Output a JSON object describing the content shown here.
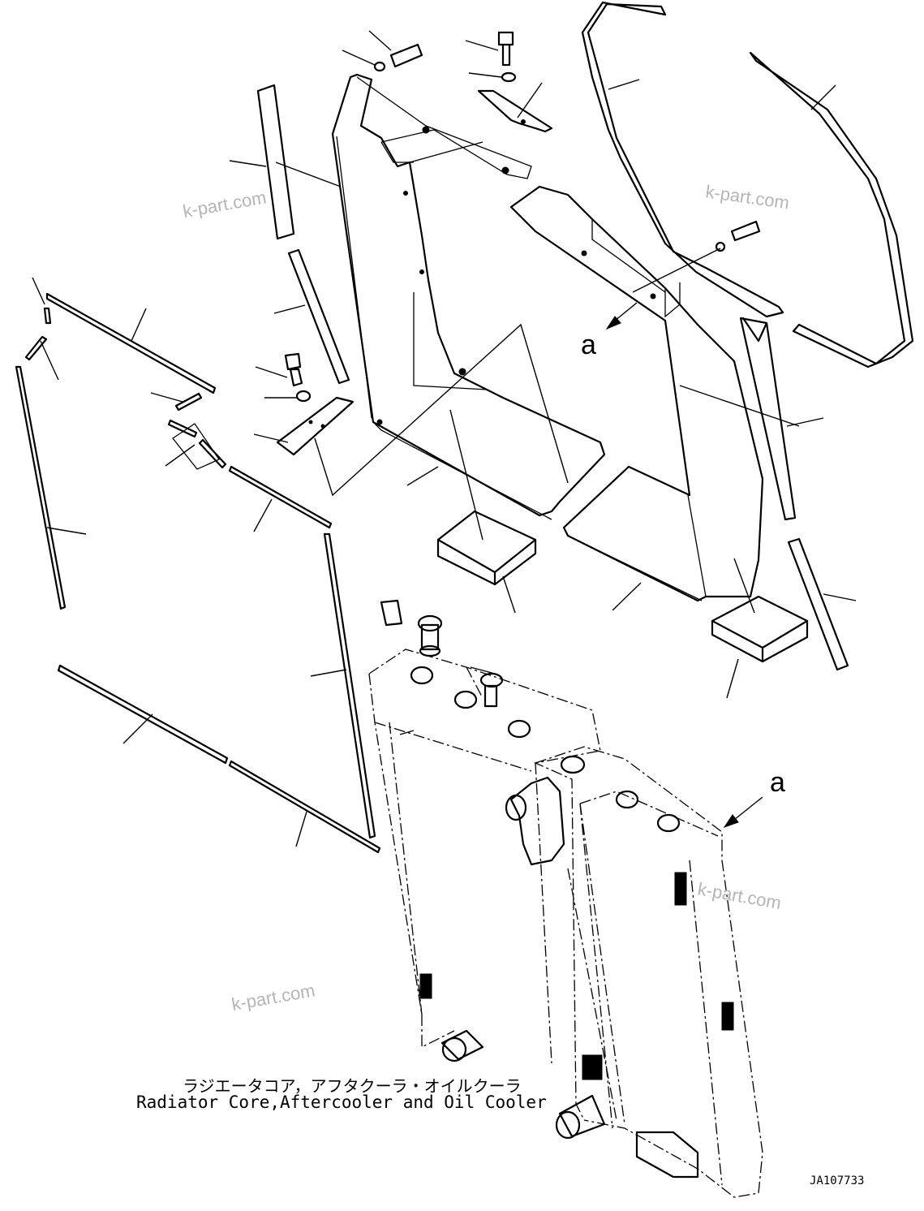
{
  "diagram": {
    "caption_jp": "ラジエータコア，アフタクーラ・オイルクーラ",
    "caption_en": "Radiator Core,Aftercooler and Oil Cooler",
    "drawing_id": "JA107733",
    "view_labels": [
      "a",
      "a"
    ],
    "watermarks": [
      "k-part.com",
      "k-part.com",
      "k-part.com",
      "k-part.com"
    ]
  }
}
